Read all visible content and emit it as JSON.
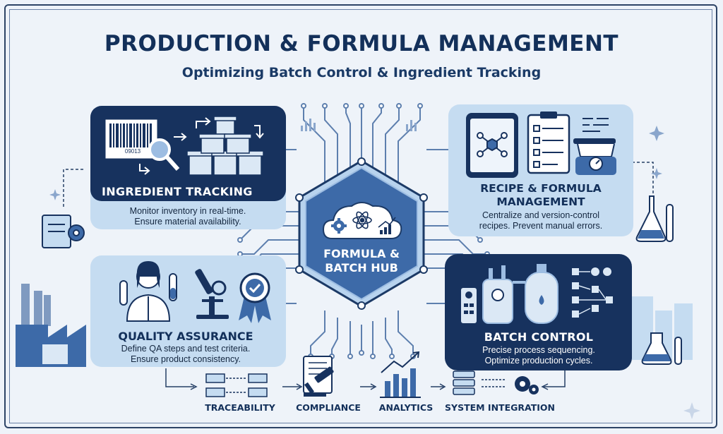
{
  "header": {
    "title": "PRODUCTION & FORMULA MANAGEMENT",
    "subtitle": "Optimizing Batch Control & Ingredient Tracking"
  },
  "hub": {
    "line1": "FORMULA &",
    "line2": "BATCH HUB"
  },
  "cards": {
    "ingredient": {
      "heading": "INGREDIENT TRACKING",
      "desc1": "Monitor inventory in real-time.",
      "desc2": "Ensure material availability."
    },
    "recipe": {
      "heading1": "RECIPE & FORMULA",
      "heading2": "MANAGEMENT",
      "desc1": "Centralize and version-control",
      "desc2": "recipes. Prevent manual errors."
    },
    "quality": {
      "heading": "QUALITY ASSURANCE",
      "desc1": "Define QA steps and test criteria.",
      "desc2": "Ensure product consistency."
    },
    "batch": {
      "heading": "BATCH CONTROL",
      "desc1": "Precise process sequencing.",
      "desc2": "Optimize production cycles."
    }
  },
  "bottom": {
    "traceability": "TRACEABILITY",
    "compliance": "COMPLIANCE",
    "analytics": "ANALYTICS",
    "integration": "SYSTEM INTEGRATION"
  },
  "barcode_number": "09013",
  "colors": {
    "navy": "#17325e",
    "light_blue": "#c5dcf1",
    "hub_blue": "#3d6aa8",
    "circuit": "#5d7fae"
  }
}
